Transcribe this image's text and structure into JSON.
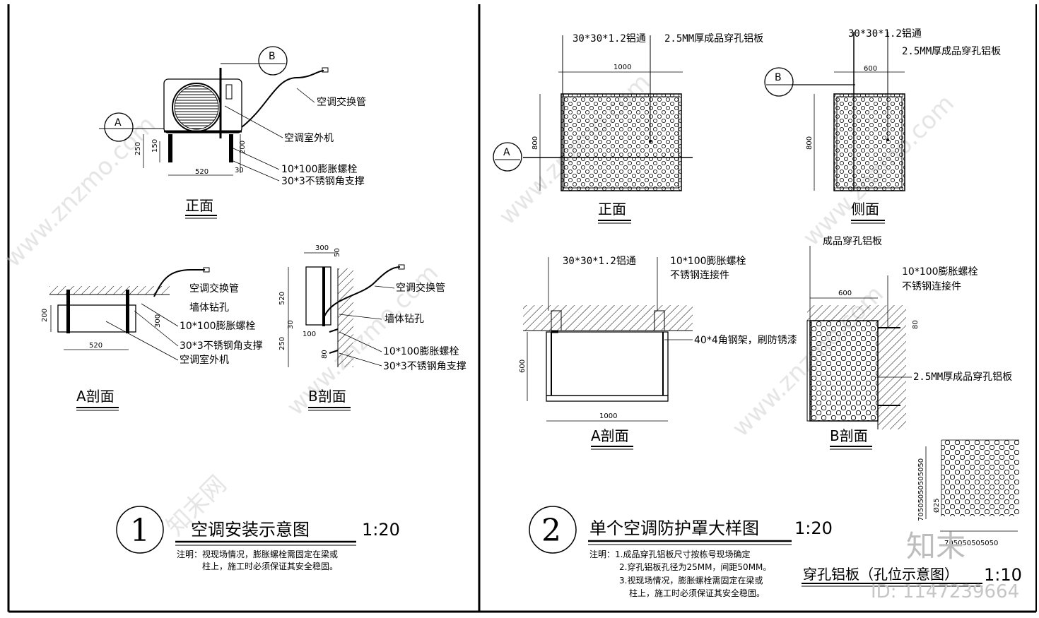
{
  "panel1": {
    "front": {
      "title": "正面",
      "label_pipe": "空调交换管",
      "label_unit": "空调室外机",
      "label_bolt": "10*100膨胀螺栓",
      "label_support": "30*3不锈钢角支撑",
      "dim_width": "520",
      "dim_250": "250",
      "dim_150": "150",
      "dim_200": "200",
      "dim_30": "30",
      "marker_a": "A",
      "marker_b": "B"
    },
    "section_a": {
      "title": "A剖面",
      "label_pipe": "空调交换管",
      "label_hole": "墙体钻孔",
      "label_bolt": "10*100膨胀螺栓",
      "label_support": "30*3不锈钢角支撑",
      "label_unit": "空调室外机",
      "dim_width": "520",
      "dim_200": "200",
      "dim_300": "300"
    },
    "section_b": {
      "title": "B剖面",
      "label_pipe": "空调交换管",
      "label_hole": "墙体钻孔",
      "label_bolt": "10*100膨胀螺栓",
      "label_support": "30*3不锈钢角支撑",
      "dim_300": "300",
      "dim_50": "50",
      "dim_520": "520",
      "dim_250": "250",
      "dim_100": "100",
      "dim_80": "80",
      "dim_30": "30"
    },
    "number": "1",
    "title": "空调安装示意图",
    "scale": "1:20",
    "note_line1": "注明：视现场情况，膨胀螺栓需固定在梁或",
    "note_line2": "柱上，施工时必须保证其安全稳固。"
  },
  "panel2": {
    "front": {
      "title": "正面",
      "label_tube": "30*30*1.2铝通",
      "label_plate": "2.5MM厚成品穿孔铝板",
      "dim_width": "1000",
      "dim_height": "800",
      "marker_a": "A"
    },
    "side": {
      "title": "侧面",
      "label_tube": "30*30*1.2铝通",
      "label_plate": "2.5MM厚成品穿孔铝板",
      "dim_width": "600",
      "dim_height": "800",
      "marker_b": "B"
    },
    "section_a": {
      "title": "A剖面",
      "label_tube": "30*30*1.2铝通",
      "label_bolt": "10*100膨胀螺栓",
      "label_connector": "不锈钢连接件",
      "label_frame": "40*4角钢架，刷防锈漆",
      "dim_width": "1000",
      "dim_height": "600"
    },
    "section_b": {
      "title": "B剖面",
      "label_plate_top": "成品穿孔铝板",
      "label_bolt": "10*100膨胀螺栓",
      "label_connector": "不锈钢连接件",
      "label_plate": "2.5MM厚成品穿孔铝板",
      "dim_width": "600",
      "dim_80": "80"
    },
    "number": "2",
    "title": "单个空调防护罩大样图",
    "scale": "1:20",
    "notes": [
      "注明：1.成品穿孔铝板尺寸按栋号现场确定",
      "2.穿孔铝板孔径为25MM，间距50MM。",
      "3.视现场情况，膨胀螺栓需固定在梁或",
      "柱上，施工时必须保证其安全稳固。"
    ],
    "hole_detail": {
      "title": "穿孔铝板（孔位示意图）",
      "scale": "1:10",
      "dim_vertical": "70505050505050",
      "dim_horizontal": "705050505050",
      "dim_diameter": "Ø25"
    }
  },
  "watermark": {
    "text": "www.znzmo.com",
    "brand": "知末网",
    "logo": "知末",
    "id": "ID: 1147239664"
  }
}
